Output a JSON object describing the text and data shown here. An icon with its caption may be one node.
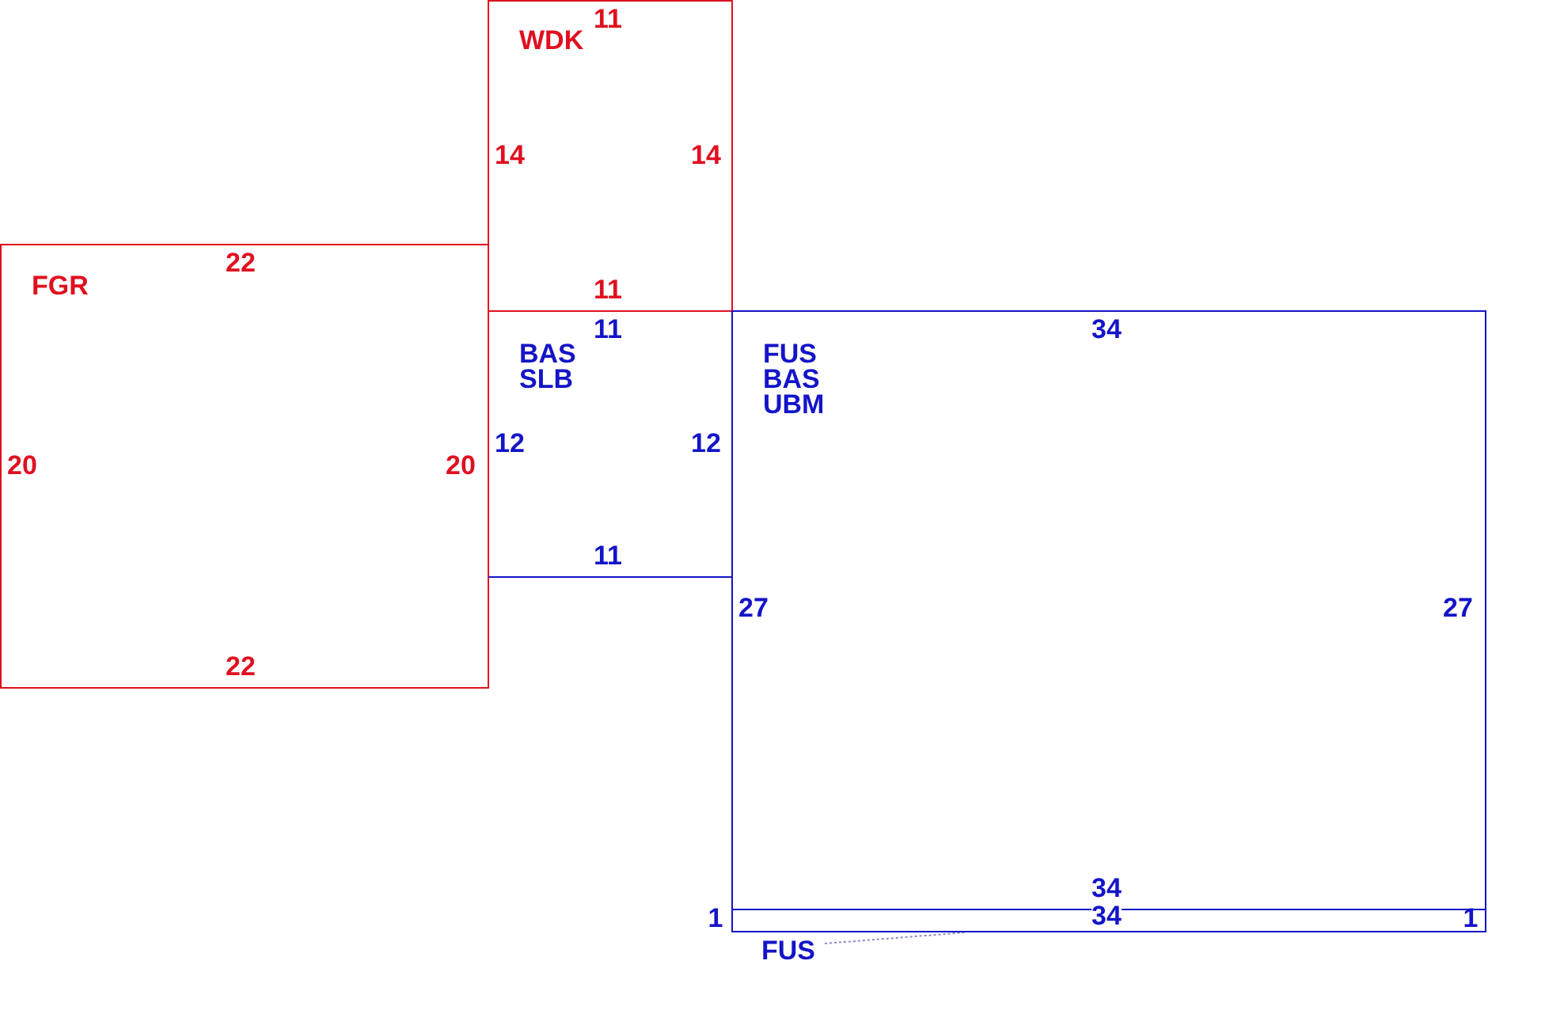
{
  "diagram": {
    "nodes": [
      {
        "text": [
          "WDK"
        ]
      },
      {
        "text": [
          "FGR"
        ]
      },
      {
        "text": [
          "BAS",
          "SLB"
        ]
      },
      {
        "text": [
          "FUS",
          "BAS",
          "UBM"
        ]
      },
      {
        "text": [],
        "shape": "box"
      },
      {
        "text": [
          "FUS"
        ]
      }
    ],
    "edges": [
      {
        "from": 5,
        "to": 4,
        "arrow": "none",
        "style": "dashed",
        "color": "#8a8ac8"
      }
    ],
    "labels": [
      "11",
      "14",
      "14",
      "22",
      "11",
      "11",
      "34",
      "12",
      "12",
      "20",
      "20",
      "11",
      "27",
      "27",
      "22",
      "34",
      "1",
      "34",
      "1"
    ]
  }
}
